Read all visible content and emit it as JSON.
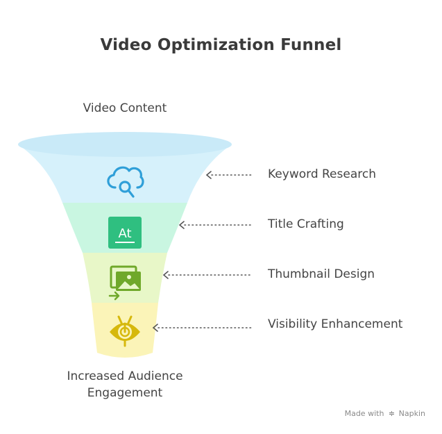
{
  "title": "Video Optimization Funnel",
  "top_label": "Video Content",
  "bottom_label_line1": "Increased Audience",
  "bottom_label_line2": "Engagement",
  "stages": [
    {
      "label": "Keyword Research",
      "icon": "cloud-search-icon",
      "color": "#d6f1fb",
      "icon_color": "#2f9fd8"
    },
    {
      "label": "Title Crafting",
      "icon": "text-at-icon",
      "color": "#c9f6e1",
      "icon_color": "#2fbf80"
    },
    {
      "label": "Thumbnail Design",
      "icon": "image-gallery-icon",
      "color": "#e8f7c8",
      "icon_color": "#6fa82a"
    },
    {
      "label": "Visibility Enhancement",
      "icon": "eye-target-icon",
      "color": "#fbf4b8",
      "icon_color": "#d6b80c"
    }
  ],
  "icon_glyph_title": "At",
  "watermark": {
    "prefix": "Made with",
    "brand": "Napkin"
  }
}
